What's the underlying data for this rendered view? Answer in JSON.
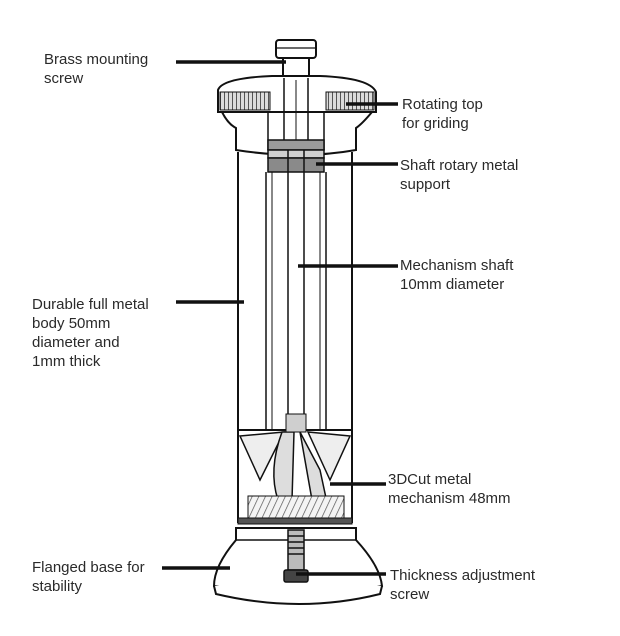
{
  "labels": {
    "brass_screw": [
      "Brass mounting",
      "screw"
    ],
    "rotating_top": [
      "Rotating top",
      "for griding"
    ],
    "shaft_support": [
      "Shaft rotary metal",
      "support"
    ],
    "mechanism_shaft": [
      "Mechanism shaft",
      "10mm diameter"
    ],
    "body": [
      "Durable full metal",
      "body 50mm",
      "diameter and",
      "1mm thick"
    ],
    "cut_mechanism": [
      "3DCut metal",
      "mechanism 48mm"
    ],
    "flanged_base": [
      "Flanged base for",
      "stability"
    ],
    "thickness_screw": [
      "Thickness adjustment",
      "screw"
    ]
  },
  "colors": {
    "line": "#111111",
    "text": "#2a2a2a",
    "knurl": "#666666"
  }
}
